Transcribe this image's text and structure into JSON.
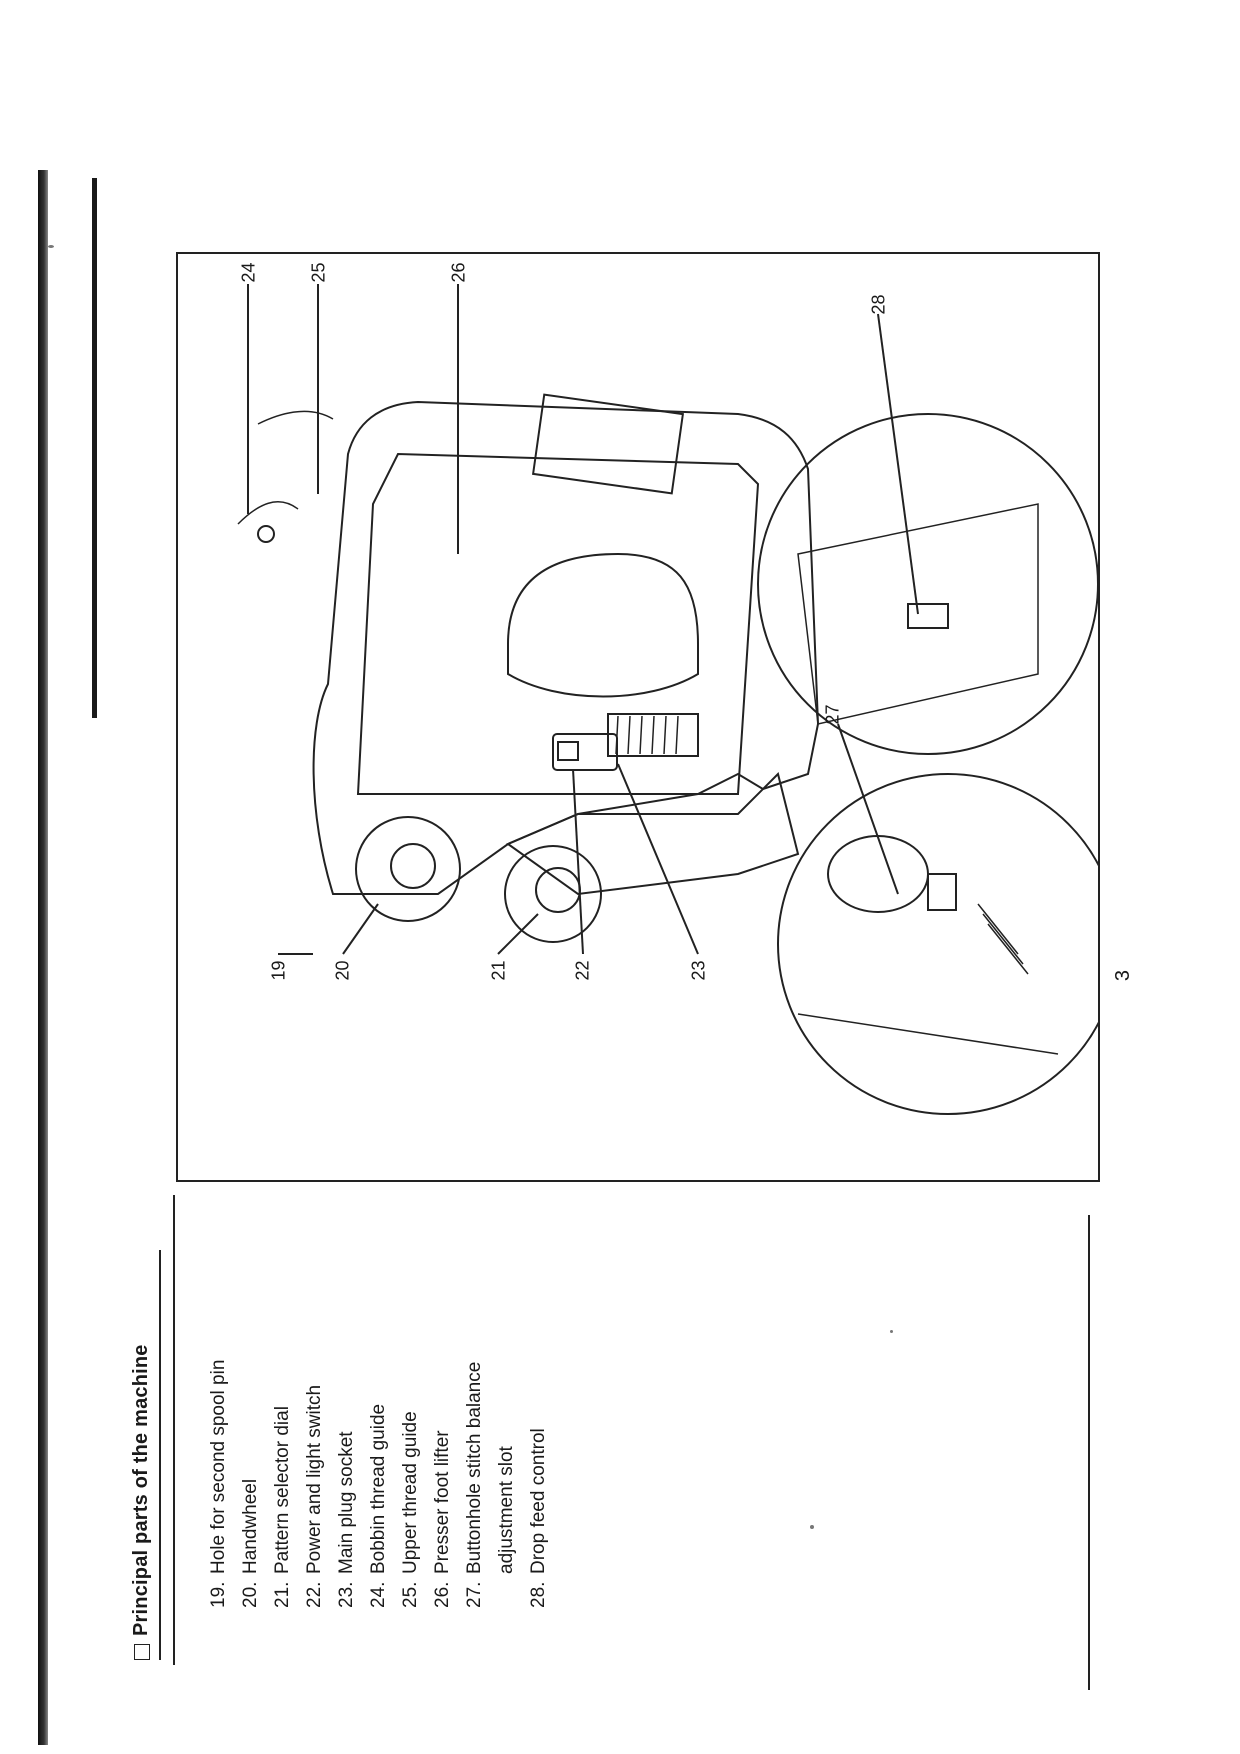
{
  "section": {
    "heading": "Principal parts of the machine",
    "parts": [
      {
        "num": "19.",
        "label": "Hole for second spool pin"
      },
      {
        "num": "20.",
        "label": "Handwheel"
      },
      {
        "num": "21.",
        "label": "Pattern selector dial"
      },
      {
        "num": "22.",
        "label": "Power and light switch"
      },
      {
        "num": "23.",
        "label": "Main plug socket"
      },
      {
        "num": "24.",
        "label": "Bobbin thread guide"
      },
      {
        "num": "25.",
        "label": "Upper thread guide"
      },
      {
        "num": "26.",
        "label": "Presser foot lifter"
      },
      {
        "num": "27.",
        "label": "Buttonhole stitch balance",
        "continuation": "adjustment slot"
      },
      {
        "num": "28.",
        "label": "Drop feed control"
      }
    ]
  },
  "figure": {
    "callouts": [
      "19",
      "20",
      "21",
      "22",
      "23",
      "24",
      "25",
      "26",
      "27",
      "28"
    ]
  },
  "page_number": "3"
}
